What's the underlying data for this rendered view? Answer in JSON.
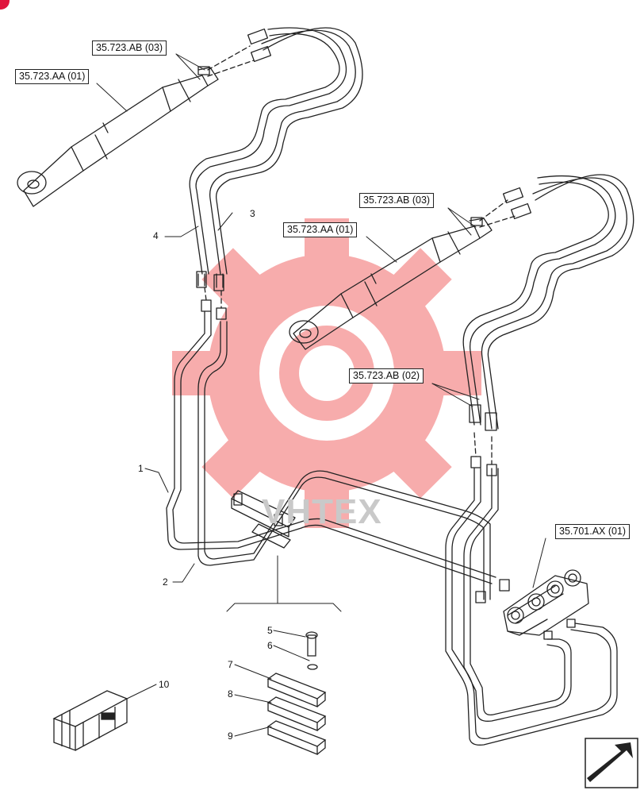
{
  "watermark": {
    "text": "VHTEX",
    "gear_color": "#f26a6a",
    "text_color": "#c9c9c9"
  },
  "reference_boxes": [
    {
      "id": "ref-35723ab-03-upper",
      "label": "35.723.AB (03)"
    },
    {
      "id": "ref-35723aa-01-upper",
      "label": "35.723.AA (01)"
    },
    {
      "id": "ref-35723ab-03-lower",
      "label": "35.723.AB (03)"
    },
    {
      "id": "ref-35723aa-01-lower",
      "label": "35.723.AA (01)"
    },
    {
      "id": "ref-35723ab-02",
      "label": "35.723.AB (02)"
    },
    {
      "id": "ref-35701ax-01",
      "label": "35.701.AX (01)"
    }
  ],
  "callouts": [
    "1",
    "2",
    "3",
    "4",
    "5",
    "6",
    "7",
    "8",
    "9",
    "10"
  ],
  "icons": {
    "navigation": "arrow-corner-icon",
    "kit": "wooden-crate-icon",
    "badge": "red-dot"
  },
  "colors": {
    "line": "#222222",
    "badge": "#e0143c"
  }
}
